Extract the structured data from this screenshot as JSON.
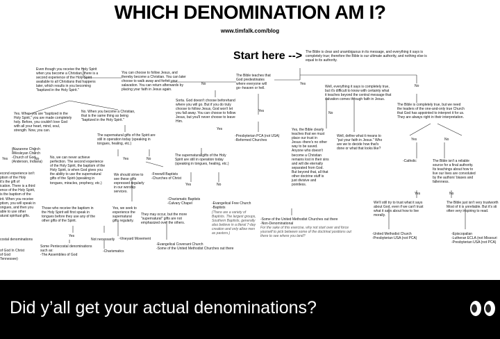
{
  "title": "WHICH DENOMINATION AM I?",
  "url": "www.timfalk.com/blog",
  "start_here": "Start here -->",
  "caption": "Did y’all get your actual denominations?",
  "caption_emoji": "eyes-emoji",
  "nodes": {
    "bible_clear": "The Bible is clear and unambiguous in its message, and everything it says is\ncompletely true; therefore the Bible is our ultimate authority, and nothing else is\nequal to its authority.",
    "yes_clear": "Yes",
    "no_clear": "No",
    "even_though": "Even though you receive the Holy Spirit\nwhen you become a Christian, there is a\nsecond experience of the Holy Spirit\navailable to all Christians that happens\nlater, which results in you becoming\n\"baptized in the Holy Spirit.\"",
    "can_choose": "You can choose to follow Jesus, and\nthereby become a Christian. You can later\nchoose to walk away and forfeit your\nsalavation. You can return afterwards by\nplacing your faith in Jesus again.",
    "no_choose": "No",
    "predestines": "The Bible teaches that\nGod predestinates\nwhere everyone will\ngo--heaven or hell.",
    "yes_predestines": "Yes",
    "well_everything": "Well, everything it says is completely true,\nbut it's difficult to know with certainty what\nit teaches beyond the central message that\nsalvation comes through faith in Jesus.",
    "no_well": "No",
    "sorta": "Sorta. God doesn't choose beforehand\nwhere you will go. But if you do truly\nchoose to follow Jesus, God won't let\nyou fall away. You can choose to follow\nJesus, but you'll never choose to leave\nHim.",
    "yes_sorta": "Yes",
    "pres_pca": "-Presbyterian PCA (not USA)\n-Reformed Churches",
    "completely_true": "The Bible is completely true, but we need\nthe leaders of the one-and-only true Church\nthat God has appointed to interpret it for us.\nThey are always right in their interpretation.",
    "yes_completely": "Yes",
    "no_completely": "No",
    "yes_baptized": "Yes. When you are \"baptized in the\nHoly Spirit,\" you are made completely\nholy. Before, you couldn't love God\nwith all your heart, mind, soul,\nstrength. Now, you can.",
    "no_when": "No. When you become a Christian,\nthat is the same thing as being\n\"baptized in the Holy Spirit.\"",
    "gifts_operation": "The supernatural gifts of the Spirit are\nstill in operation today (speaking in\ntongues, healing, etc.)",
    "yes_gifts": "Yes",
    "no_gifts": "No",
    "nazarene": "-Nazarene Church\n-Wesleyan Church\n-Church of God\n (Anderson, Indiana)",
    "no_we_can": "No, we can never achieve\nperfection. The second experience\nof the Holy Spirit, the baptism of the\nHoly Spirit, is when God gives you\nthe ability to use the supernatural\ngifts of the Spirit (speaking in\ntongues, miracles, prophecy, etc.)",
    "yes_left": "Yes",
    "no_left": "No",
    "second_exp": "econd experience isn't\nptism of the Holy\nit's the gift of\nication. There is a third\nence of the Holy Spirit,\n is the baptism of the\nirit. When you receive\nptism, you will speak in\nongues, and then you\nable to use other\natural spiritual gifts.",
    "should_strive": "We should strive to\nsee these gifts\nexpressed regularly\nin our worship\nservices.",
    "freewill": "-Freewill Baptists\n-Churches of Christ",
    "gifts_operation2": "The supernatural gifts of the Holy\nSpirit are still in operation today\n(speaking in tongues, healing, etc.)",
    "yes_gifts2": "Yes",
    "no_gifts2": "No",
    "charismatic_baptists": "-Charismatic Baptists\n-Calvary Chapel",
    "evangelical_free": "-Evangelical Free Church\n-Baptists",
    "variety_note": "(There are a variety of\nBaptists. The largest groups,\nSouthern Baptists, generally\nalso believe in a literal 7-day\ncreation and only allow men\nas pastors.)",
    "yes_clearly": "Yes, the Bible clearly\nteaches that we must\nplace our trust in\nJesus--there's no other\nway to be saved.\nAnyone who doesn't\nbecome a Christian\nremains lost in their sins\nand will die eternally\nseparated from God.\nBut beyond that, all that\nother doctrine stuff is\njust divisive and\npointless.",
    "well_define": "Well, define what it means to\n\"put your faith in Jesus.\" Who\nare we to decide how that's\ndone or what that looks like?",
    "catholic": "-Catholic",
    "not_reliable": "The Bible isn't a reliable\nsource for a final authority.\nIts teachings about how to\nlive our lives are convoluted\nby the authors' biases and\nfallenness.",
    "yes_right": "Yes",
    "no_right": "No",
    "still_try": "We'll still try to trust what it says\nabout God, even if we can't trust\nwhat it says about how to live\nmorally.",
    "not_trustworthy": "The Bible just isn't very trustworth\nMost of it is unreliable. But it's sti\noften very inspiring to read.",
    "methodist_usa": "-United Methodist Church\n-Presbyterian USA (not PCA)",
    "episcopalian": "-Episcopalian\n-Lutheran ECLA (not Missouri\n-Presbyterian USA (not PCA)",
    "some_methodist": "-Some of the United Methodist Churches out there\n-Non-Denominational",
    "for_the_sake": "For the sake of this exercise, why not start over and force\nyourself to pick between some of the doctrinal positions out\nthere to see where you land?",
    "those_who": "Those who receive the baptism in\nthe Holy Spirit will first speak in\ntongues before they use any of the\nother gifts of the Spirit.",
    "yes_seek": "Yes, we seek to\nexperience the\nsupernatural\ngifts regularly.",
    "may_occur": "They may occur, but the more\n\"supernatural\" gifts are not\nemphasized over the others.",
    "yes_bottom": "Yes",
    "not_necessarily": "Not necessarily",
    "vineyard": "-Vineyard Movement",
    "evangelical_covenant": "-Evangelical Covenant Church\n-Some of the United Methodist Churches out there",
    "pentecostal_some": "Some Pentecostal denominations\nsuch as:\n-The Assemblies of God",
    "charismatics": "-Charismatics",
    "costal": "costal denominations",
    "church_god": "of God In Christ\nof God\nTennessee)"
  }
}
